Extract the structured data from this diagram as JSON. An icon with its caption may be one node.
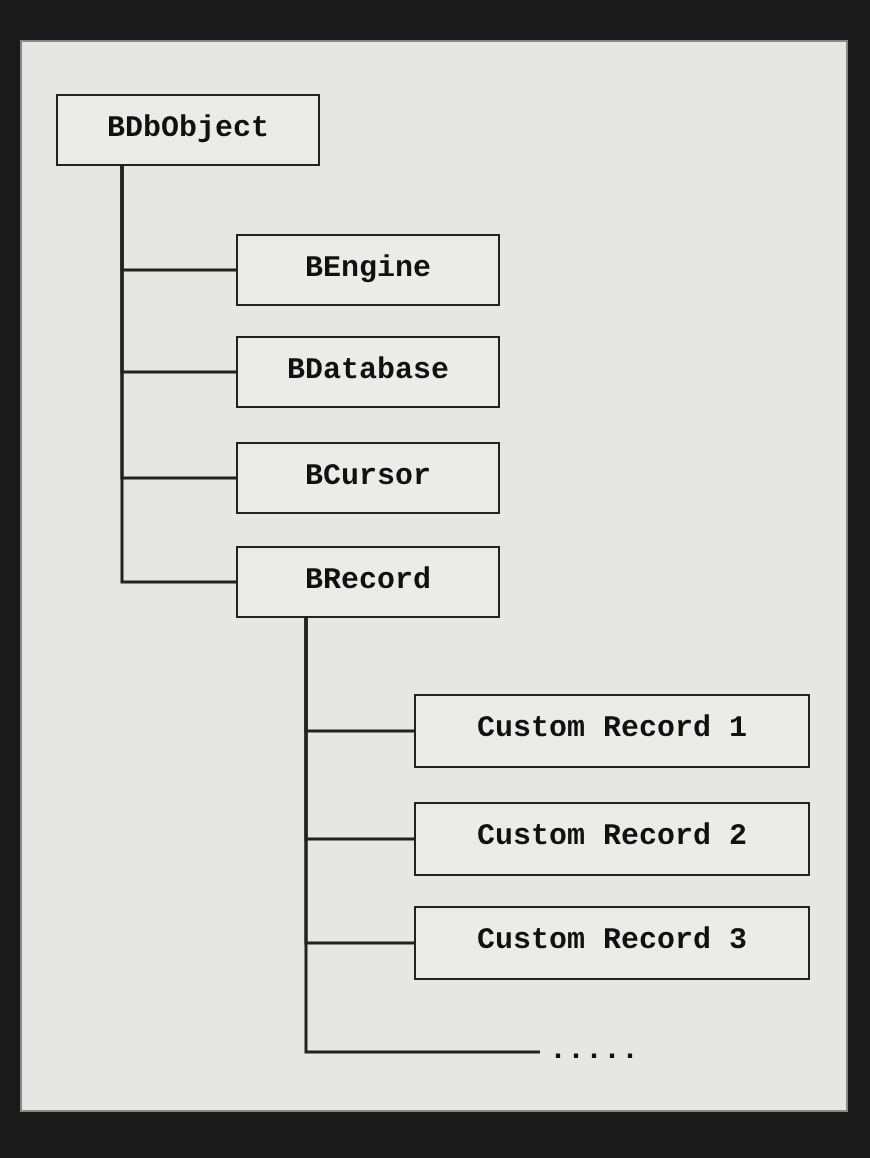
{
  "diagram": {
    "nodes": [
      {
        "text": [
          "BDbObject"
        ]
      },
      {
        "text": [
          "BEngine"
        ]
      },
      {
        "text": [
          "BDatabase"
        ]
      },
      {
        "text": [
          "BCursor"
        ]
      },
      {
        "text": [
          "BRecord"
        ]
      },
      {
        "text": [
          "Custom Record 1"
        ]
      },
      {
        "text": [
          "Custom Record 2"
        ]
      },
      {
        "text": [
          "Custom Record 3"
        ]
      },
      {
        "text": [
          "....."
        ]
      }
    ],
    "edges": [
      {
        "from": 0,
        "to": 1,
        "arrow": "none"
      },
      {
        "from": 0,
        "to": 2,
        "arrow": "none"
      },
      {
        "from": 0,
        "to": 3,
        "arrow": "none"
      },
      {
        "from": 0,
        "to": 4,
        "arrow": "none"
      },
      {
        "from": 4,
        "to": 5,
        "arrow": "none"
      },
      {
        "from": 4,
        "to": 6,
        "arrow": "none"
      },
      {
        "from": 4,
        "to": 7,
        "arrow": "none"
      },
      {
        "from": 4,
        "to": 8,
        "arrow": "none"
      }
    ]
  }
}
